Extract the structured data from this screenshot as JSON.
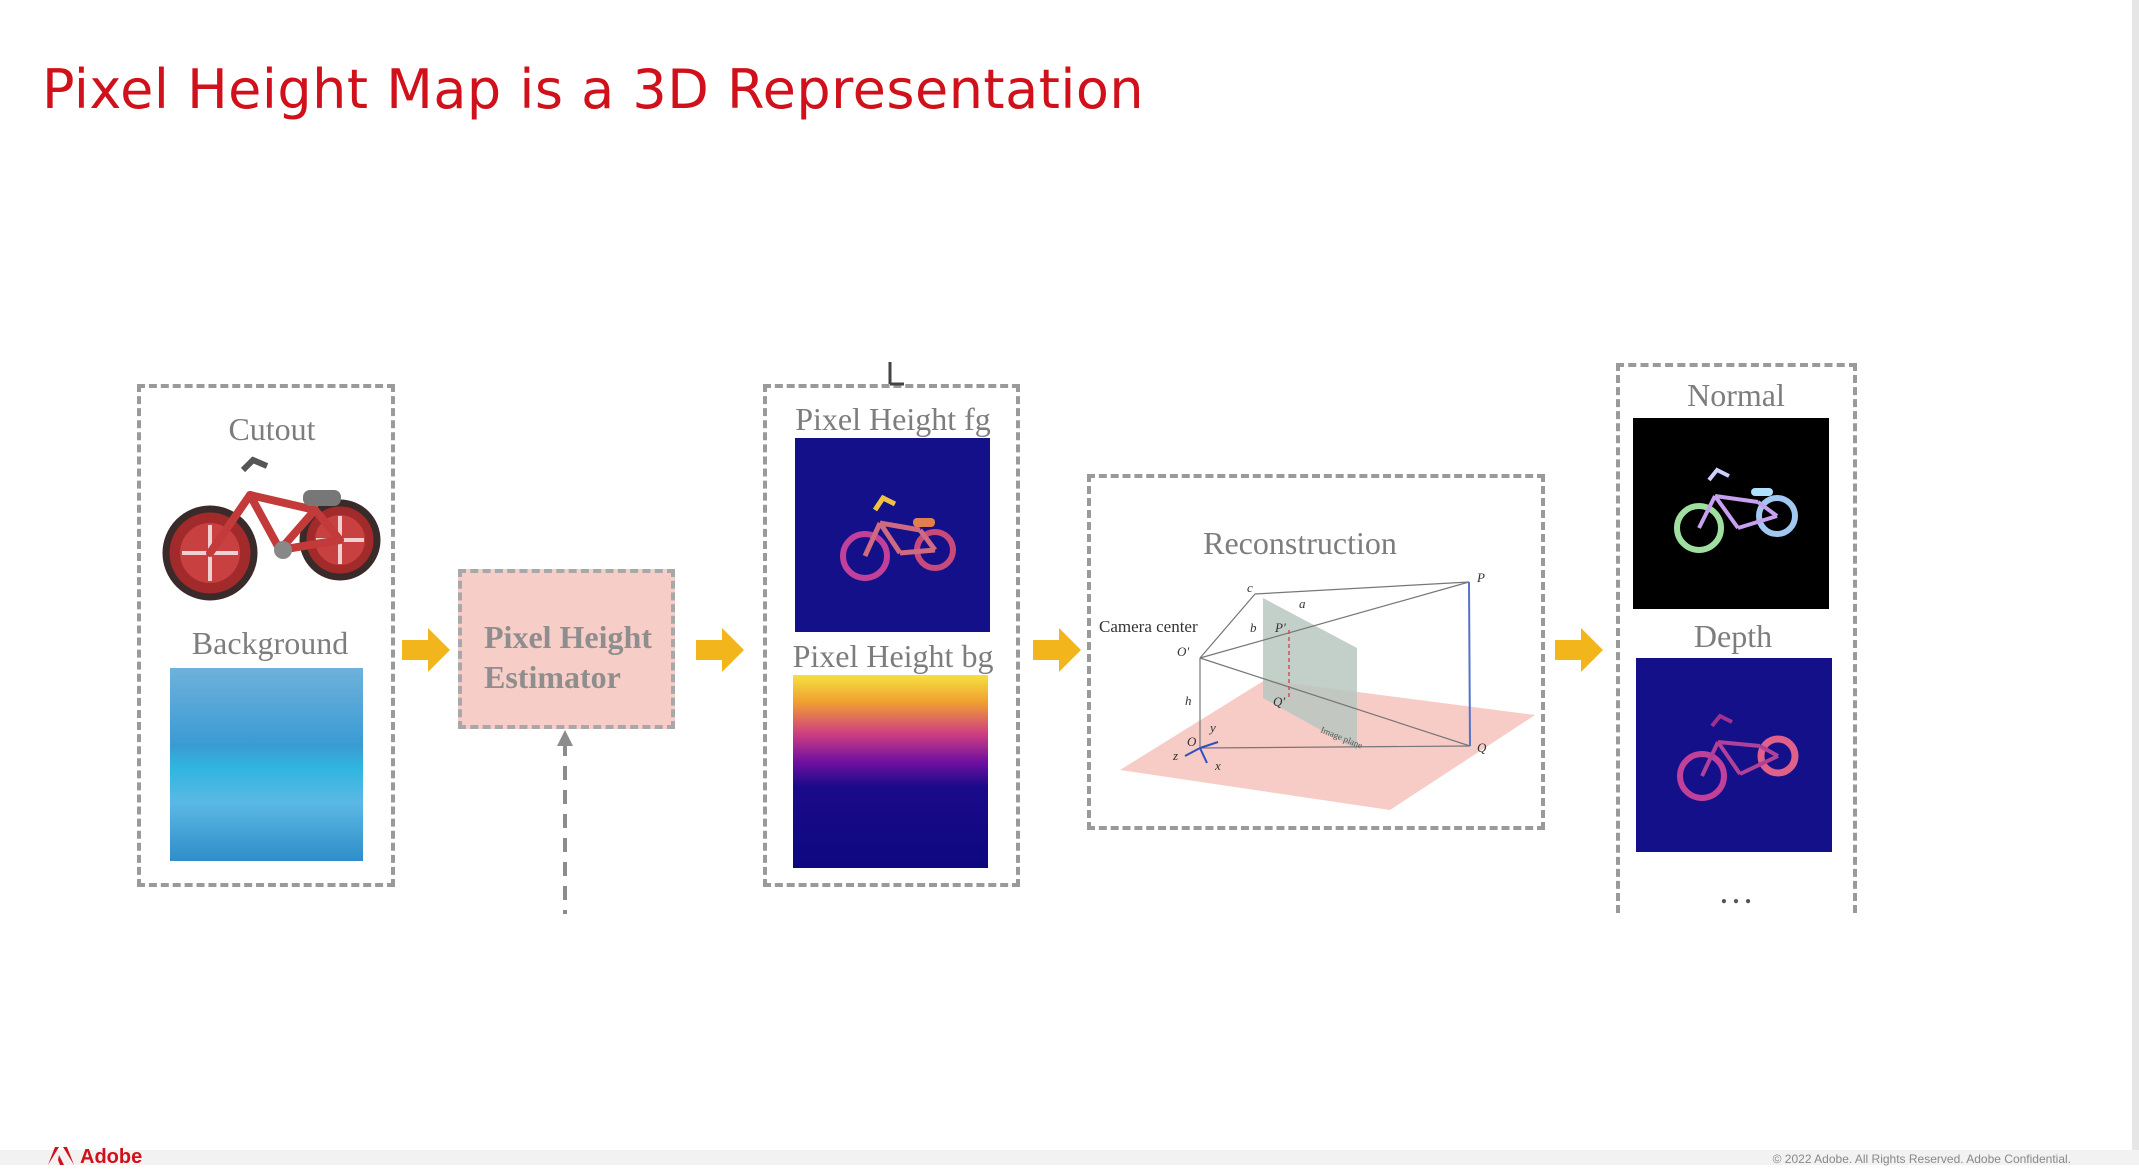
{
  "slide": {
    "title": "Pixel Height Map is a 3D Representation"
  },
  "colors": {
    "title": "#d0101a",
    "arrow": "#f2b51b",
    "estimator_fill": "#f7cdc8",
    "dashed_border": "#9a9a9a"
  },
  "input_box": {
    "cutout_label": "Cutout",
    "background_label": "Background"
  },
  "estimator": {
    "label": "Pixel Height\nEstimator"
  },
  "pixel_height_box": {
    "fg_label": "Pixel Height fg",
    "bg_label": "Pixel Height bg"
  },
  "reconstruction": {
    "label": "Reconstruction",
    "camera_center": "Camera  center",
    "points": {
      "c": "c",
      "a": "a",
      "b": "b",
      "P_prime": "P′",
      "O_prime": "O′",
      "Q_prime": "Q′",
      "h": "h",
      "O": "O",
      "y": "y",
      "z": "z",
      "x": "x",
      "P": "P",
      "Q": "Q",
      "image_plane": "Image plane"
    }
  },
  "outputs_box": {
    "normal_label": "Normal",
    "depth_label": "Depth",
    "more": "…"
  },
  "footer": {
    "logo": "Adobe",
    "copyright": "© 2022 Adobe. All Rights Reserved. Adobe Confidential."
  }
}
